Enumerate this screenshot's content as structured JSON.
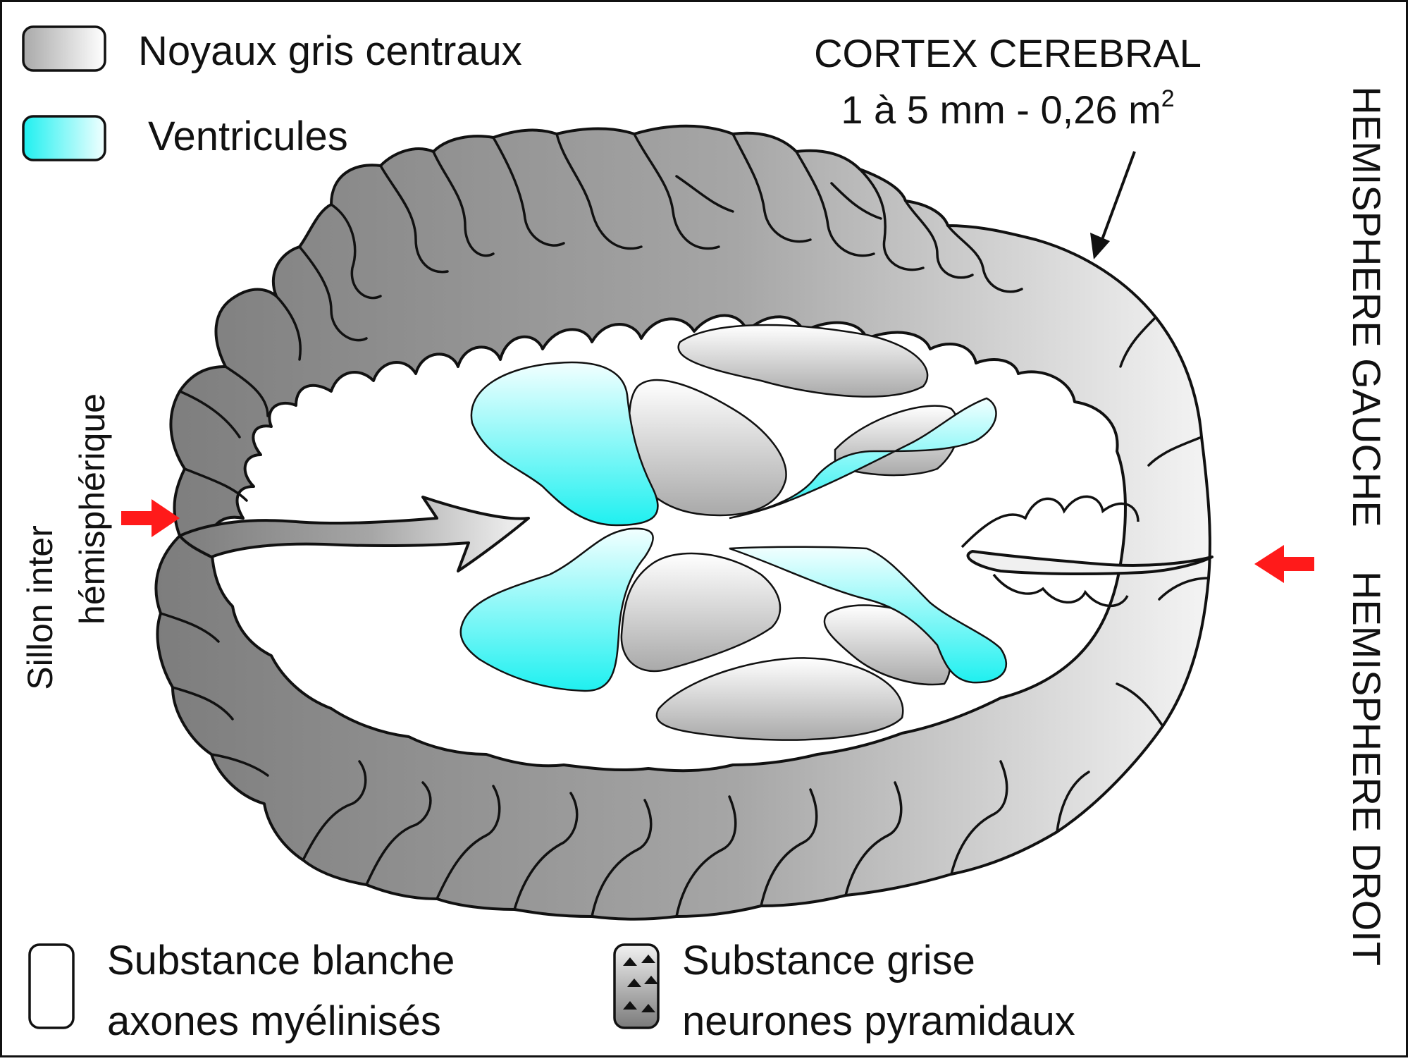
{
  "legend": {
    "basal_ganglia": "Noyaux gris centraux",
    "ventricles": "Ventricules",
    "white_matter_line1": "Substance blanche",
    "white_matter_line2": "axones myélinisés",
    "grey_matter_line1": "Substance grise",
    "grey_matter_line2": "neurones pyramidaux"
  },
  "cortex": {
    "title": "CORTEX CEREBRAL",
    "measure": "1 à 5 mm - 0,26 m",
    "measure_exponent": "2"
  },
  "sulcus": {
    "line1": "Sillon inter",
    "line2": "hémisphérique"
  },
  "hemispheres": {
    "left": "HEMISPHERE GAUCHE",
    "right": "HEMISPHERE DROIT"
  },
  "colors": {
    "ventricle": "#1ff0f0",
    "arrow": "#ff1a1a",
    "grey_matter": "#8c8c8c",
    "outline": "#111111"
  }
}
